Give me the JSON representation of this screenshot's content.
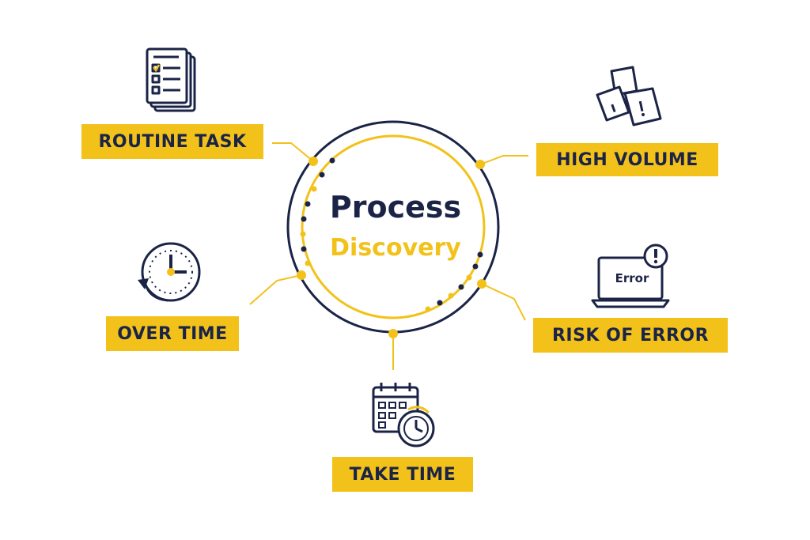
{
  "center": {
    "line1": "Process",
    "line2": "Discovery"
  },
  "nodes": [
    {
      "label": "ROUTINE TASK",
      "icon": "checklist-documents-icon"
    },
    {
      "label": "HIGH VOLUME",
      "icon": "scattered-papers-icon"
    },
    {
      "label": "OVER TIME",
      "icon": "clock-rewind-icon"
    },
    {
      "label": "RISK OF ERROR",
      "icon": "laptop-error-icon"
    },
    {
      "label": "TAKE TIME",
      "icon": "calendar-clock-icon"
    }
  ],
  "error_screen_text": "Error",
  "colors": {
    "navy": "#1b2447",
    "yellow": "#f2c21b"
  }
}
